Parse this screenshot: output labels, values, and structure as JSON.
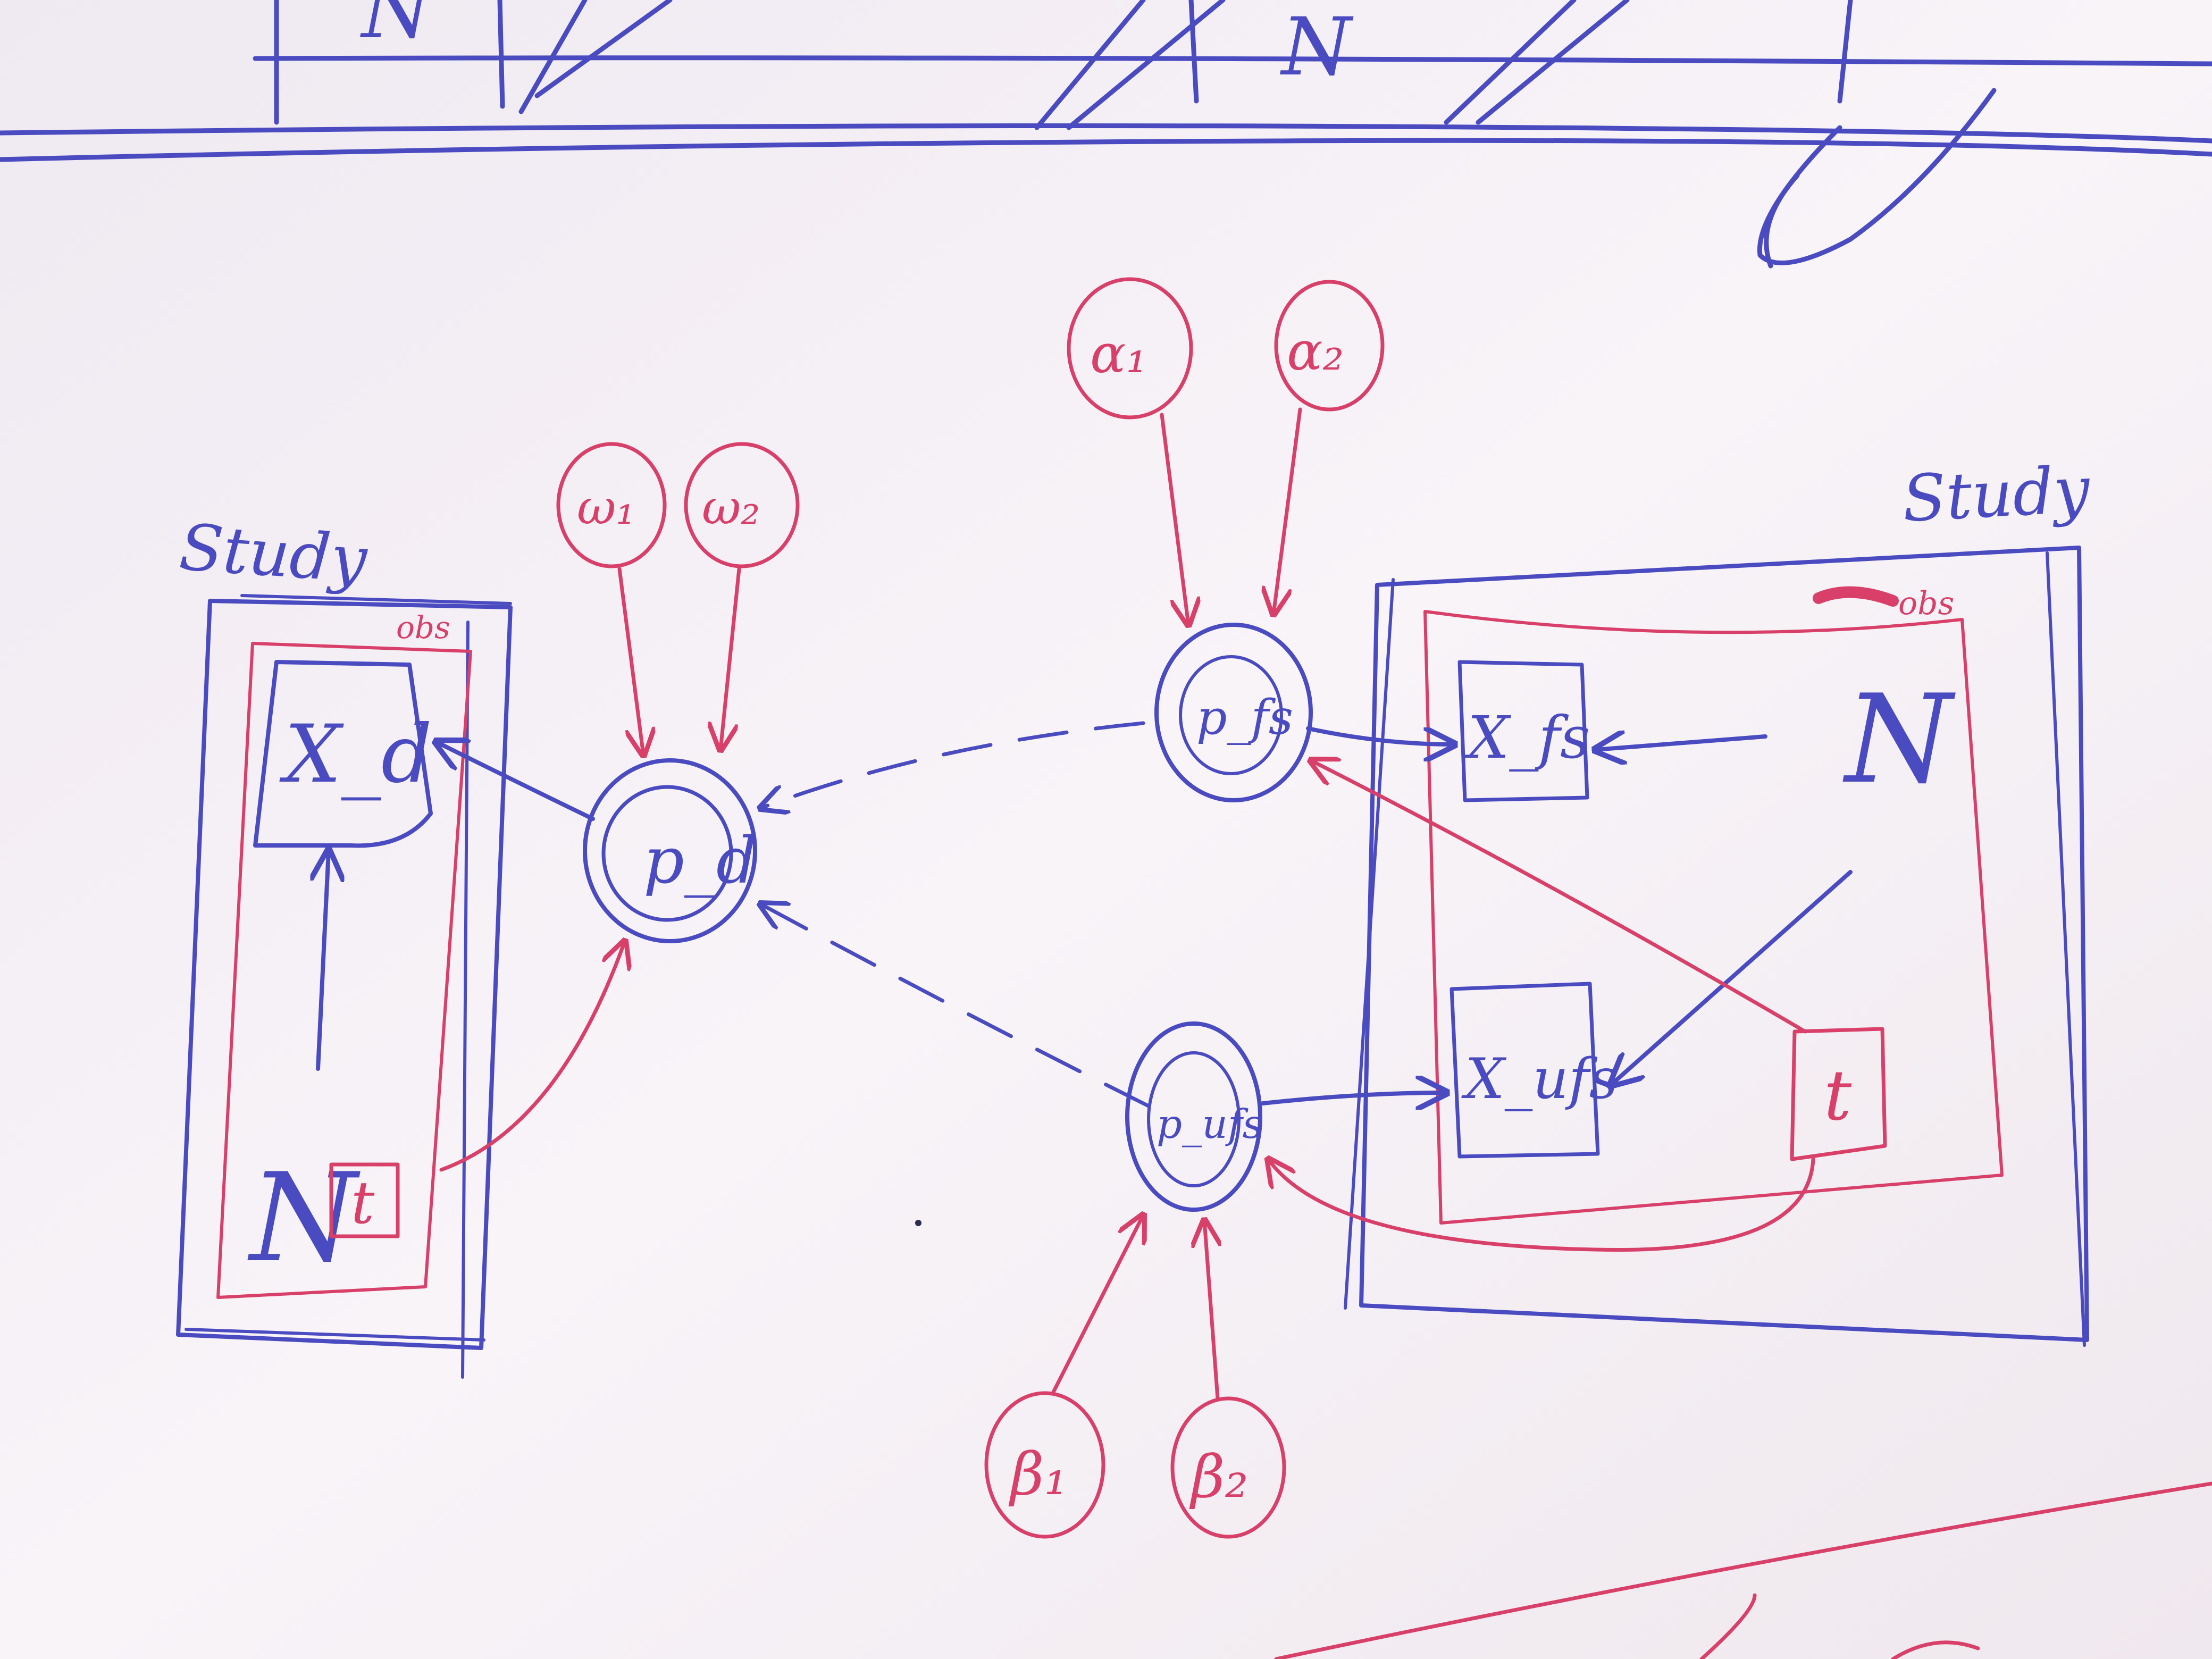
{
  "diagram": {
    "plate_labels": {
      "left_study": "Study",
      "right_study": "Study",
      "left_obs": "obs",
      "right_obs": "obs"
    },
    "nodes": {
      "x_d": "X_d",
      "n_left": "N",
      "t_left": "t",
      "p_d": "p_d",
      "omega1": "ω₁",
      "omega2": "ω₂",
      "p_fs": "p_fs",
      "p_ufs": "p_ufs",
      "alpha1": "α₁",
      "alpha2": "α₂",
      "beta1": "β₁",
      "beta2": "β₂",
      "x_fs": "X_fs",
      "x_ufs": "X_ufs",
      "n_right": "N",
      "t_right": "t"
    },
    "top_scribble_letters": [
      "N",
      "N"
    ]
  },
  "colors": {
    "blue_marker": "#4a4bc0",
    "red_marker": "#d8406a",
    "whiteboard": "#f6f1f7"
  }
}
